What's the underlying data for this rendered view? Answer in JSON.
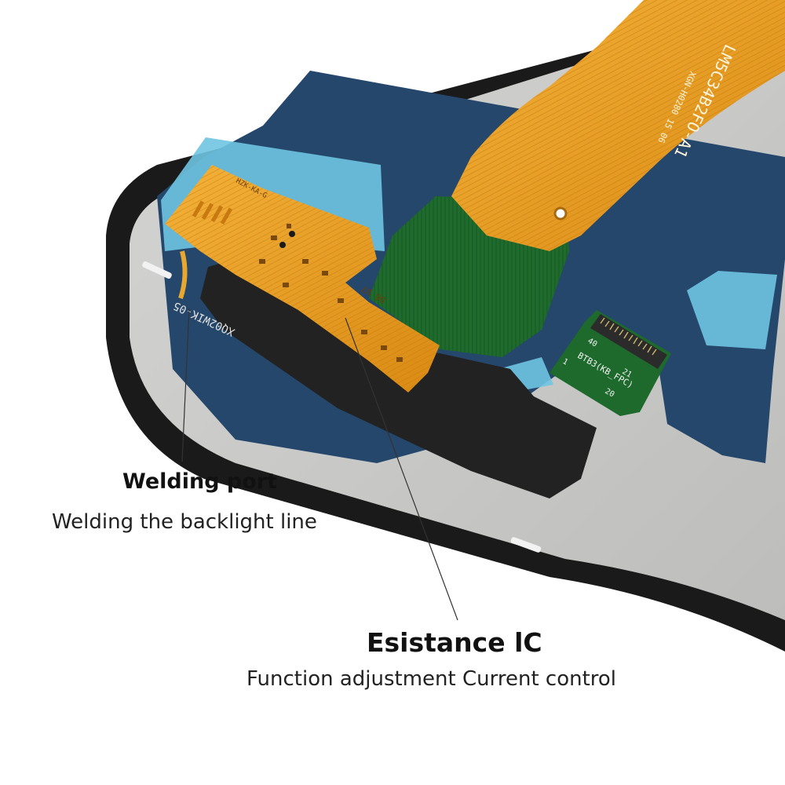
{
  "annotations": [
    {
      "title": "Welding port",
      "description": "Welding the backlight line"
    },
    {
      "title": "Esistance lC",
      "description": "Function adjustment Current control"
    }
  ],
  "panel_markings": {
    "fpc_part_number": "LM5C34B2FO-A1",
    "fpc_sub_code": "XGN-H0280 15 06",
    "connector_label": "BTB3(KB_FPC)",
    "connector_pins": [
      "40",
      "1",
      "21",
      "20"
    ],
    "small_board_code": "HZK-KA-G",
    "board_text": "D6 D7",
    "frame_text": "XQ02WIK-05"
  }
}
